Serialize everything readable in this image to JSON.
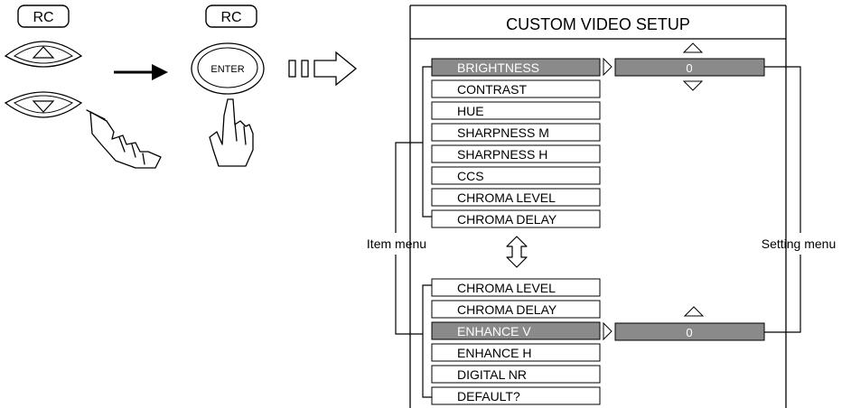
{
  "remote_left": {
    "label": "RC"
  },
  "remote_right": {
    "label": "RC",
    "enter_label": "ENTER"
  },
  "panel": {
    "title": "CUSTOM VIDEO SETUP"
  },
  "upper_menu": {
    "items": [
      "BRIGHTNESS",
      "CONTRAST",
      "HUE",
      "SHARPNESS M",
      "SHARPNESS H",
      "CCS",
      "CHROMA LEVEL",
      "CHROMA DELAY"
    ],
    "selected_index": 0,
    "setting_value": "0"
  },
  "lower_menu": {
    "items": [
      "CHROMA LEVEL",
      "CHROMA DELAY",
      "ENHANCE V",
      "ENHANCE H",
      "DIGITAL NR",
      "DEFAULT?"
    ],
    "selected_index": 2,
    "setting_value": "0"
  },
  "labels": {
    "item_menu": "Item menu",
    "setting_menu": "Setting menu"
  },
  "colors": {
    "highlight": "#8a8a8a",
    "line": "#000000",
    "button_shadow": "#b8b8b8"
  }
}
